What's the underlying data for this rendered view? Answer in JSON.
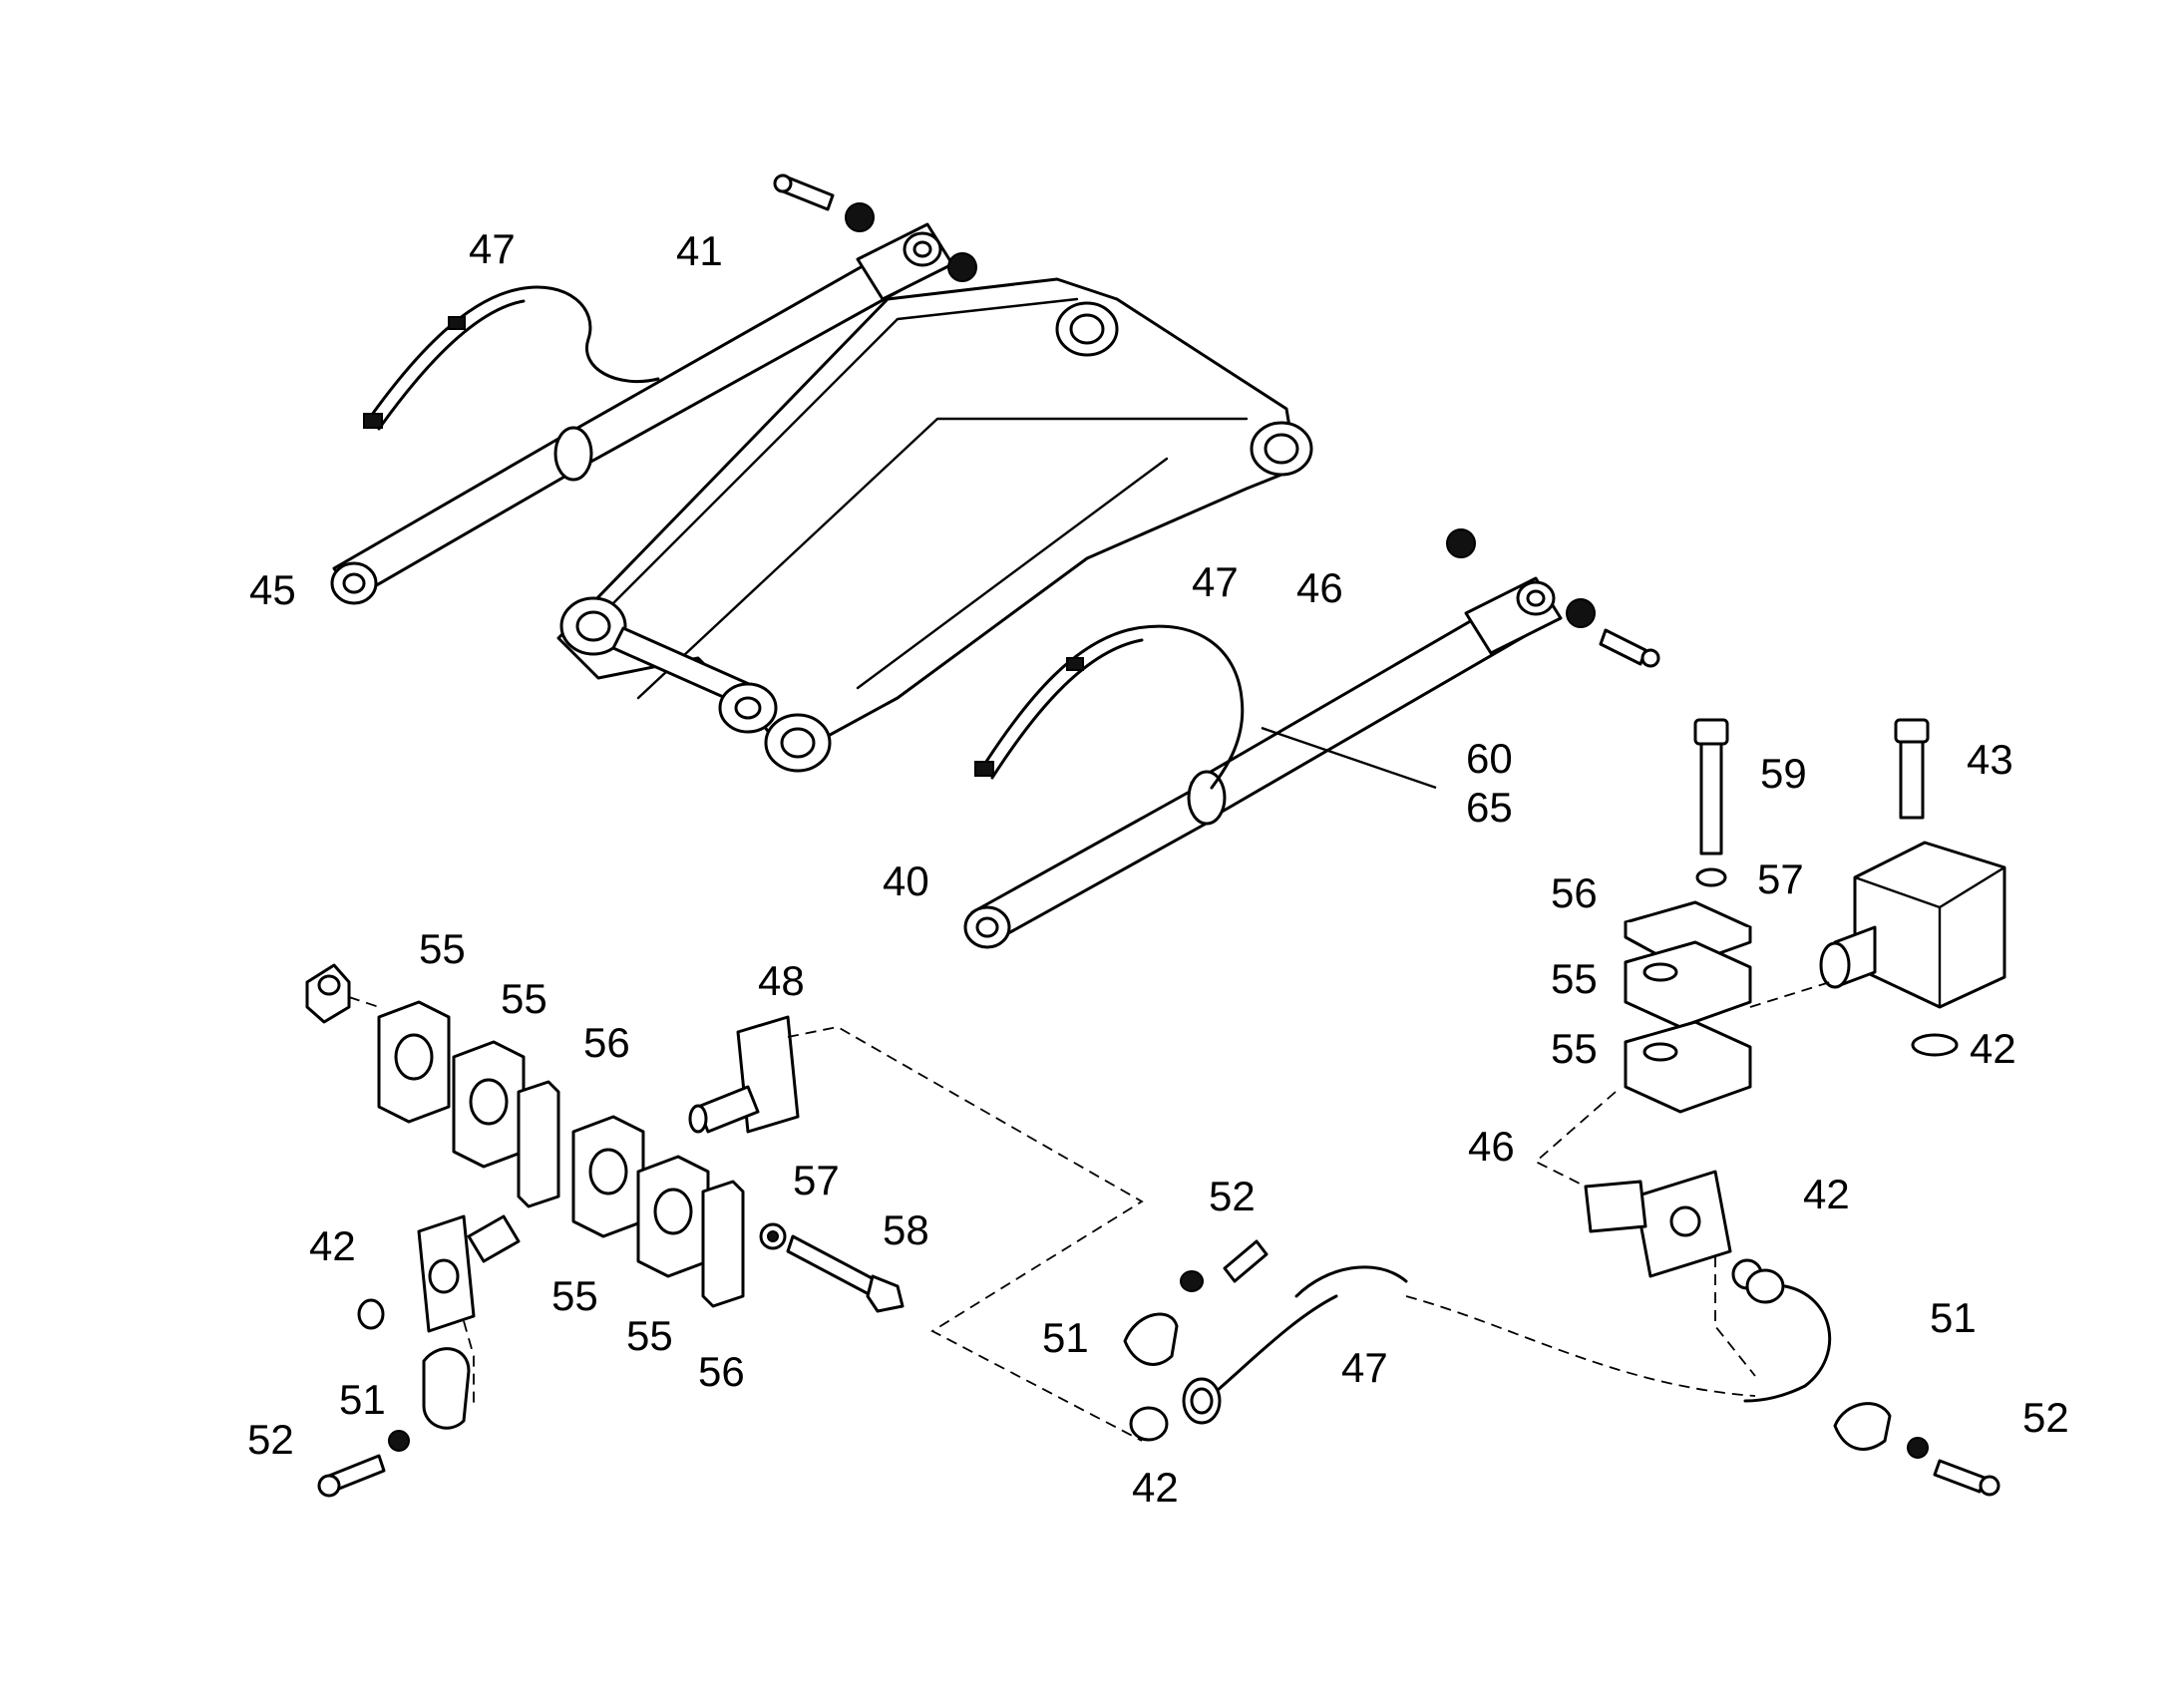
{
  "callouts": {
    "c41": "41",
    "c47a": "47",
    "c45": "45",
    "c47b": "47",
    "c46a": "46",
    "c60": "60",
    "c65": "65",
    "c40": "40",
    "c59": "59",
    "c43": "43",
    "c56a": "56",
    "c57a": "57",
    "c55a": "55",
    "c55b": "55",
    "c42a": "42",
    "c46b": "46",
    "c42b": "42",
    "c51a": "51",
    "c52a": "52",
    "c55c": "55",
    "c55d": "55",
    "c56b": "56",
    "c48": "48",
    "c57b": "57",
    "c58": "58",
    "c42c": "42",
    "c55e": "55",
    "c55f": "55",
    "c56c": "56",
    "c51b": "51",
    "c52b": "52",
    "c52c": "52",
    "c51c": "51",
    "c47c": "47",
    "c42d": "42"
  }
}
